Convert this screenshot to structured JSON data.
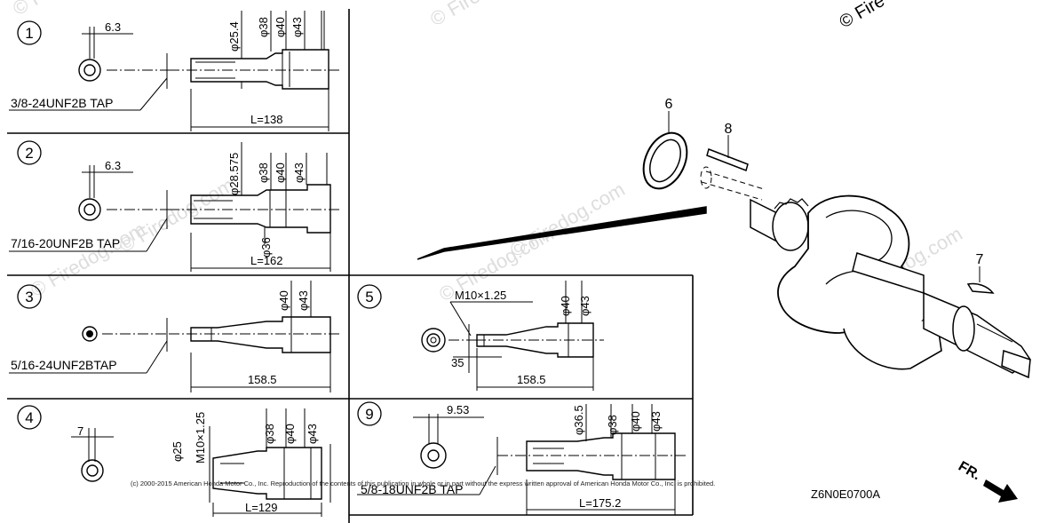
{
  "watermarks": [
    "© Firedog.com",
    "© Firedog.com",
    "© Firedog.com",
    "© Firedog.com",
    "© Firedog.com",
    "© Firedog.com",
    "© Firedog.com"
  ],
  "watermark_corner": "© Fire",
  "panels": {
    "p1": {
      "num": "1",
      "key_dim": "6.3",
      "tap": "3/8-24UNF2B TAP",
      "length": "L=138",
      "dia_a": "φ25.4",
      "dia_b": "φ38",
      "dia_c": "φ40",
      "dia_d": "φ43"
    },
    "p2": {
      "num": "2",
      "key_dim": "6.3",
      "tap": "7/16-20UNF2B TAP",
      "length": "L=162",
      "dia_a": "φ28.575",
      "dia_b": "φ38",
      "dia_c": "φ40",
      "dia_d": "φ43",
      "dia_e": "φ36"
    },
    "p3": {
      "num": "3",
      "tap": "5/16-24UNF2BTAP",
      "length": "158.5",
      "dia_c": "φ40",
      "dia_d": "φ43"
    },
    "p4": {
      "num": "4",
      "key_dim": "7",
      "length": "L=129",
      "dia_a": "φ25",
      "thread": "M10×1.25",
      "dia_b": "φ38",
      "dia_c": "φ40",
      "dia_d": "φ43"
    },
    "p5": {
      "num": "5",
      "thread": "M10×1.25",
      "inner": "35",
      "length": "158.5",
      "dia_c": "φ40",
      "dia_d": "φ43"
    },
    "p9": {
      "num": "9",
      "key_dim": "9.53",
      "tap": "5/8-18UNF2B TAP",
      "length": "L=175.2",
      "dia_a": "φ36.5",
      "dia_b": "φ38",
      "dia_c": "φ40",
      "dia_d": "φ43"
    }
  },
  "callouts": {
    "c6": "6",
    "c8": "8",
    "c7": "7"
  },
  "front_label": "FR.",
  "part_code": "Z6N0E0700A",
  "copyright": "(c) 2000-2015 American Honda Motor Co., Inc. Reproduction of the contents of this publication in whole or in part without the express written approval of American Honda Motor Co., Inc. is prohibited."
}
